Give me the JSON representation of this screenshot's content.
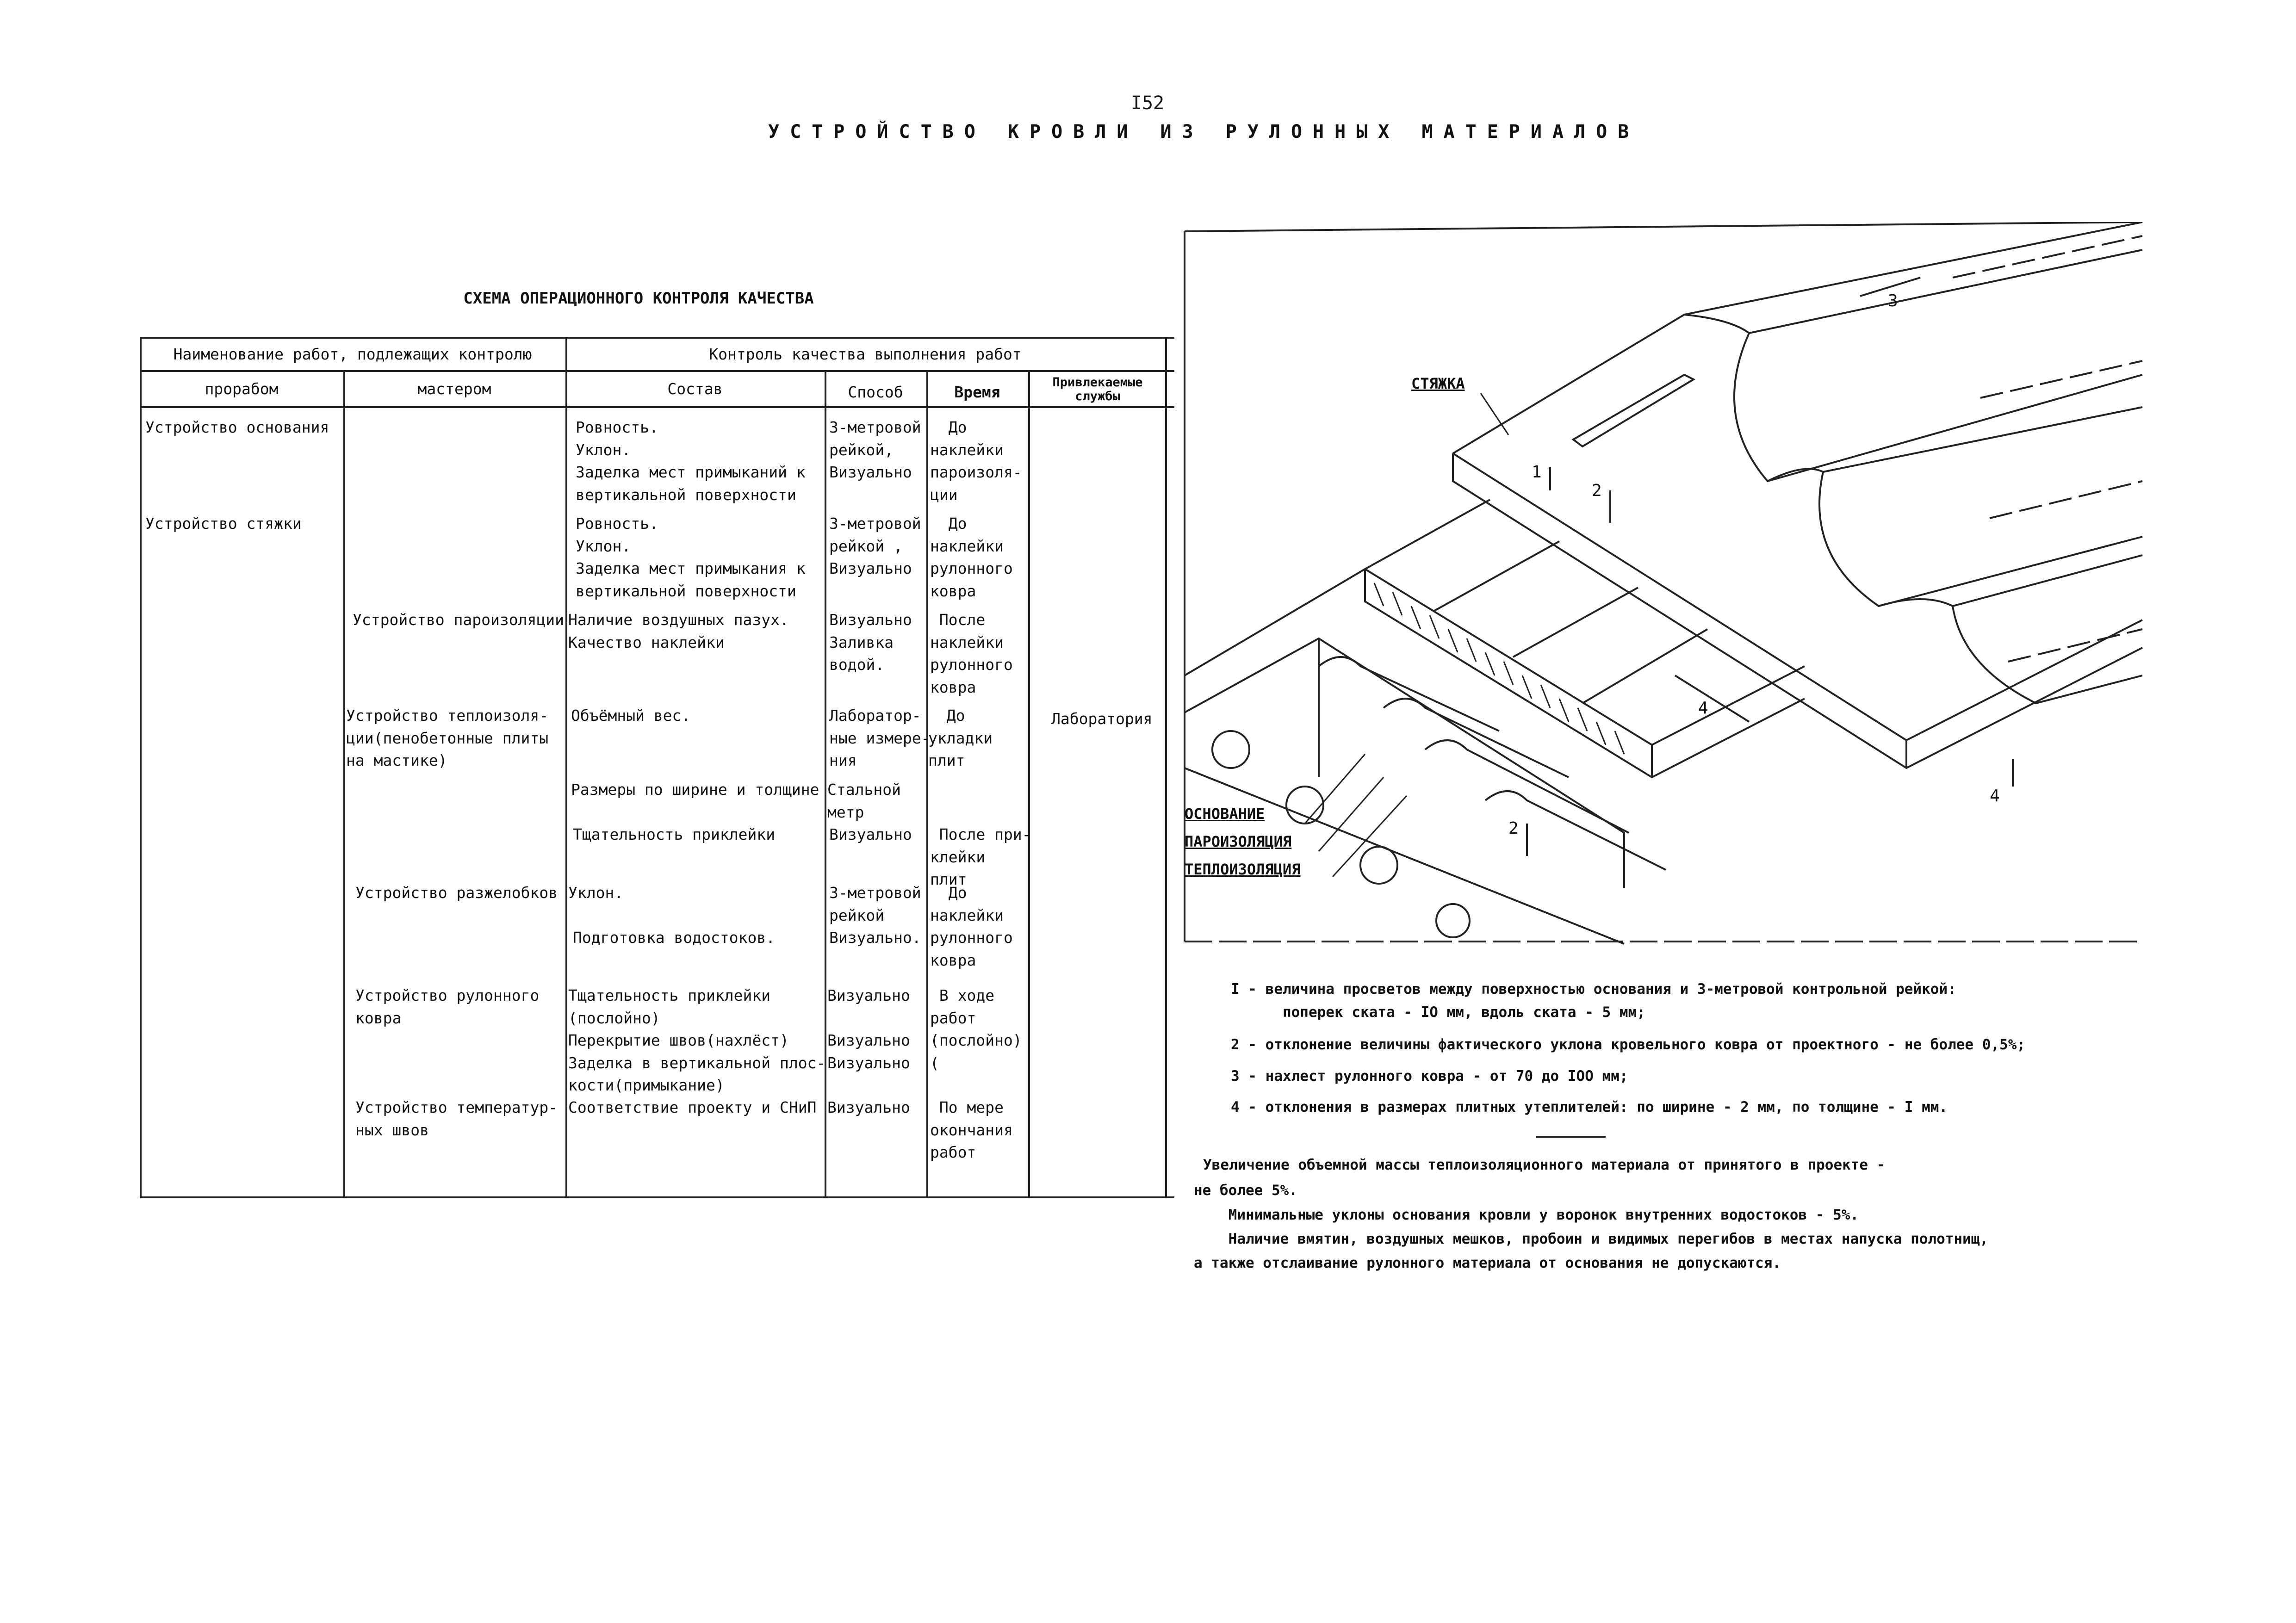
{
  "page_number": "I52",
  "page_title": "УСТРОЙСТВО КРОВЛИ ИЗ РУЛОННЫХ МАТЕРИАЛОВ",
  "scheme_title": "СХЕМА ОПЕРАЦИОННОГО КОНТРОЛЯ КАЧЕСТВА",
  "table": {
    "header_group_left": "Наименование работ, подлежащих контролю",
    "header_group_right": "Контроль качества выполнения работ",
    "columns": [
      "прорабом",
      "мастером",
      "Состав",
      "Способ",
      "Время",
      "Привлекаемые службы"
    ],
    "col_foreman": [
      "Устройство основания",
      "Устройство стяжки"
    ],
    "col_master": [
      "Устройство пароизоляции",
      "Устройство теплоизоля-\nции(пенобетонные плиты\nна мастике)",
      "Устройство разжелобков",
      "Устройство рулонного\nковра",
      "Устройство температур-\nных швов"
    ],
    "col_composition": [
      "Ровность.\nУклон.\nЗаделка мест примыканий к\nвертикальной поверхности",
      "Ровность.\nУклон.\nЗаделка мест примыкания к\nвертикальной поверхности",
      "Наличие воздушных пазух.\nКачество наклейки",
      "Объёмный вес.",
      "Размеры по ширине и толщине",
      "Тщательность приклейки",
      "Уклон.",
      "Подготовка водостоков.",
      "Тщательность приклейки\n(послойно)\nПерекрытие швов(нахлёст)\nЗаделка в вертикальной плос-\nкости(примыкание)",
      "Соответствие проекту и СНиП"
    ],
    "col_method": [
      "3-метровой\nрейкой,\nВизуально",
      "3-метровой\nрейкой ,\nВизуально",
      "Визуально\nЗаливка\nводой.",
      "Лаборатор-\nные измере-\nния",
      "Стальной\nметр",
      "Визуально",
      "3-метровой\nрейкой",
      "Визуально.",
      "Визуально\n\nВизуально\nВизуально",
      "Визуально"
    ],
    "col_time": [
      "  До\nнаклейки\nпароизоля-\nции",
      "  До\nнаклейки\nрулонного\nковра",
      " После\nнаклейки\nрулонного\nковра",
      "  До\nукладки\nплит",
      " После при-\nклейки\nплит",
      "  До\nнаклейки\nрулонного\nковра",
      " В ходе\nработ\n(послойно)\n(",
      " По мере\nокончания\nработ"
    ],
    "col_services": [
      "Лаборатория"
    ]
  },
  "drawing": {
    "labels": {
      "screed": "СТЯЖКА",
      "base": "ОСНОВАНИЕ",
      "vapor": "ПАРОИЗОЛЯЦИЯ",
      "thermal": "ТЕПЛОИЗОЛЯЦИЯ"
    },
    "dims": [
      "1",
      "2",
      "3",
      "4",
      "2",
      "4"
    ]
  },
  "notes": [
    "I - величина просветов между поверхностью основания и 3-метровой контрольной рейкой:",
    "      поперек ската - IO мм, вдоль ската - 5 мм;",
    "2 - отклонение величины фактического уклона кровельного ковра от проектного - не более 0,5%;",
    "3 - нахлест рулонного ковра - от 70 до IOO мм;",
    "4 - отклонения в размерах плитных утеплителей: по ширине - 2 мм, по толщине - I мм."
  ],
  "extra": [
    "Увеличение объемной массы теплоизоляционного материала от принятого в проекте -",
    "не более 5%.",
    "    Минимальные уклоны основания кровли у воронок внутренних водостоков - 5%.",
    "    Наличие вмятин, воздушных мешков, пробоин и видимых перегибов в местах напуска полотнищ,",
    "а также отслаивание рулонного материала от основания не допускаются."
  ]
}
